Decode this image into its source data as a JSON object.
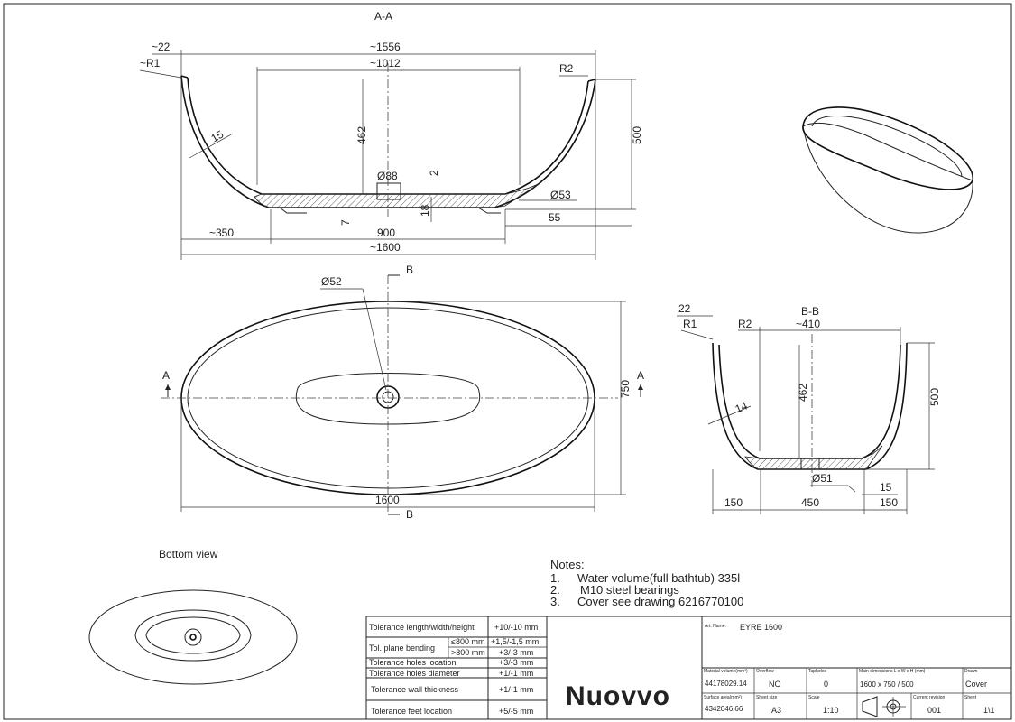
{
  "section_aa": {
    "title": "A-A",
    "dims": {
      "d22": "~22",
      "r1": "~R1",
      "d1556": "~1556",
      "d1012": "~1012",
      "r2": "R2",
      "d15": "15",
      "d462": "462",
      "d500": "500",
      "dia88": "Ø88",
      "d2": "2",
      "dia53": "Ø53",
      "d7": "7",
      "d18": "18",
      "d55": "55",
      "d350": "~350",
      "d900": "900",
      "d1600": "~1600"
    }
  },
  "plan_view": {
    "dia52": "Ø52",
    "b_top": "B",
    "b_bottom": "B",
    "a_left": "A",
    "a_right": "A",
    "d750": "750",
    "d1600": "1600"
  },
  "section_bb": {
    "title": "B-B",
    "dims": {
      "d22": "22",
      "r1": "R1",
      "r2": "R2",
      "d410": "~410",
      "d14": "14",
      "d462": "462",
      "d500": "500",
      "dia51": "Ø51",
      "d15": "15",
      "d150l": "150",
      "d450": "450",
      "d150r": "150"
    }
  },
  "bottom_view": {
    "label": "Bottom view"
  },
  "notes": {
    "title": "Notes:",
    "items": [
      {
        "num": "1.",
        "text": "Water volume(full bathtub) 335l"
      },
      {
        "num": "2.",
        "text": "M10 steel bearings"
      },
      {
        "num": "3.",
        "text": "Cover see drawing 6216770100"
      }
    ]
  },
  "tolerances": [
    {
      "label": "Tolerance length/width/height",
      "value": "+10/-10 mm"
    },
    {
      "label": "Tol. plane bending",
      "sub": [
        {
          "cond": "≤800 mm",
          "value": "+1,5/-1,5 mm"
        },
        {
          "cond": ">800 mm",
          "value": "+3/-3 mm"
        }
      ]
    },
    {
      "label": "Tolerance holes location",
      "value": "+3/-3 mm"
    },
    {
      "label": "Tolerance holes diameter",
      "value": "+1/-1 mm"
    },
    {
      "label": "Tolerance wall thickness",
      "value": "+1/-1 mm"
    },
    {
      "label": "Tolerance feet location",
      "value": "+5/-5 mm"
    }
  ],
  "title_block": {
    "logo": "Nuovvo",
    "art_name_label": "Art. Name:",
    "art_name": "EYRE 1600",
    "material_volume_label": "Material volume(mm³)",
    "material_volume": "44178029.14",
    "overflow_label": "Overflow",
    "overflow": "NO",
    "tapholes_label": "Tapholes",
    "tapholes": "0",
    "main_dimensions_label": "Main dimensions L x W x H (mm)",
    "main_dimensions": "1600 x 750 / 500",
    "drawn_label": "Drawn",
    "drawn": "Cover",
    "surface_area_label": "Surface area(mm²)",
    "surface_area": "4342046.66",
    "sheet_size_label": "Sheet size",
    "sheet_size": "A3",
    "scale_label": "Scale",
    "scale": "1:10",
    "current_revision_label": "Current revision",
    "current_revision": "001",
    "sheet_label": "Sheet",
    "sheet": "1\\1"
  }
}
